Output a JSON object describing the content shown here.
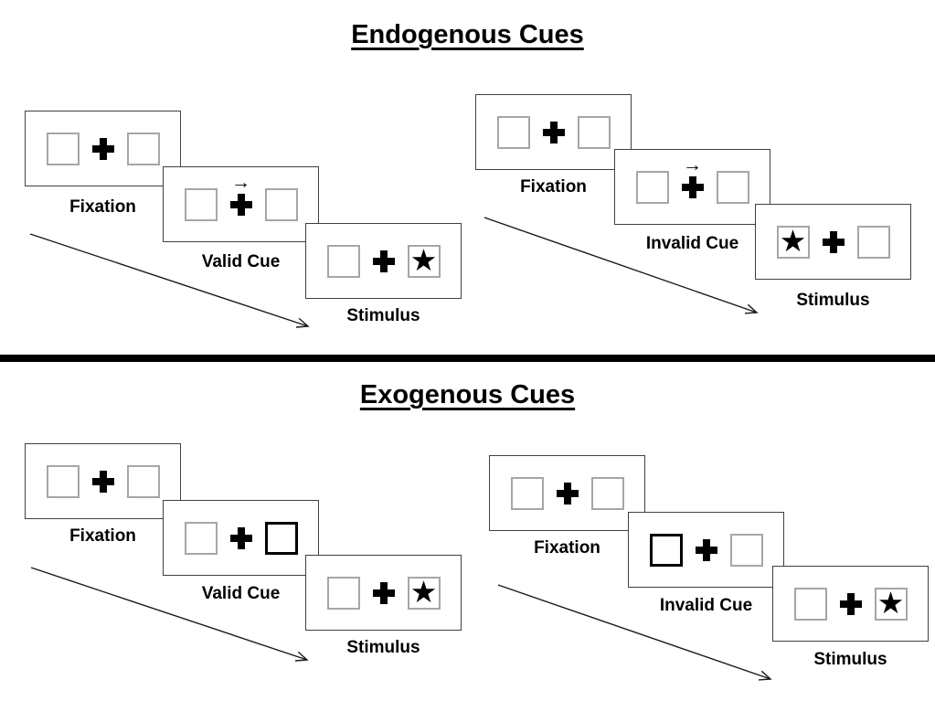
{
  "titles": {
    "endogenous": "Endogenous Cues",
    "exogenous": "Exogenous Cues"
  },
  "icons": {
    "star": "★",
    "cue_arrow": "→",
    "fixation_cross": "+"
  },
  "colors": {
    "background": "#ffffff",
    "card_border": "#404040",
    "box_border": "#a6a6a6",
    "bold_box_border": "#000000",
    "divider": "#000000",
    "text": "#000000"
  },
  "endogenous": {
    "valid": {
      "fixation_label": "Fixation",
      "cue_label": "Valid Cue",
      "stimulus_label": "Stimulus"
    },
    "invalid": {
      "fixation_label": "Fixation",
      "cue_label": "Invalid Cue",
      "stimulus_label": "Stimulus"
    }
  },
  "exogenous": {
    "valid": {
      "fixation_label": "Fixation",
      "cue_label": "Valid Cue",
      "stimulus_label": "Stimulus"
    },
    "invalid": {
      "fixation_label": "Fixation",
      "cue_label": "Invalid Cue",
      "stimulus_label": "Stimulus"
    }
  }
}
